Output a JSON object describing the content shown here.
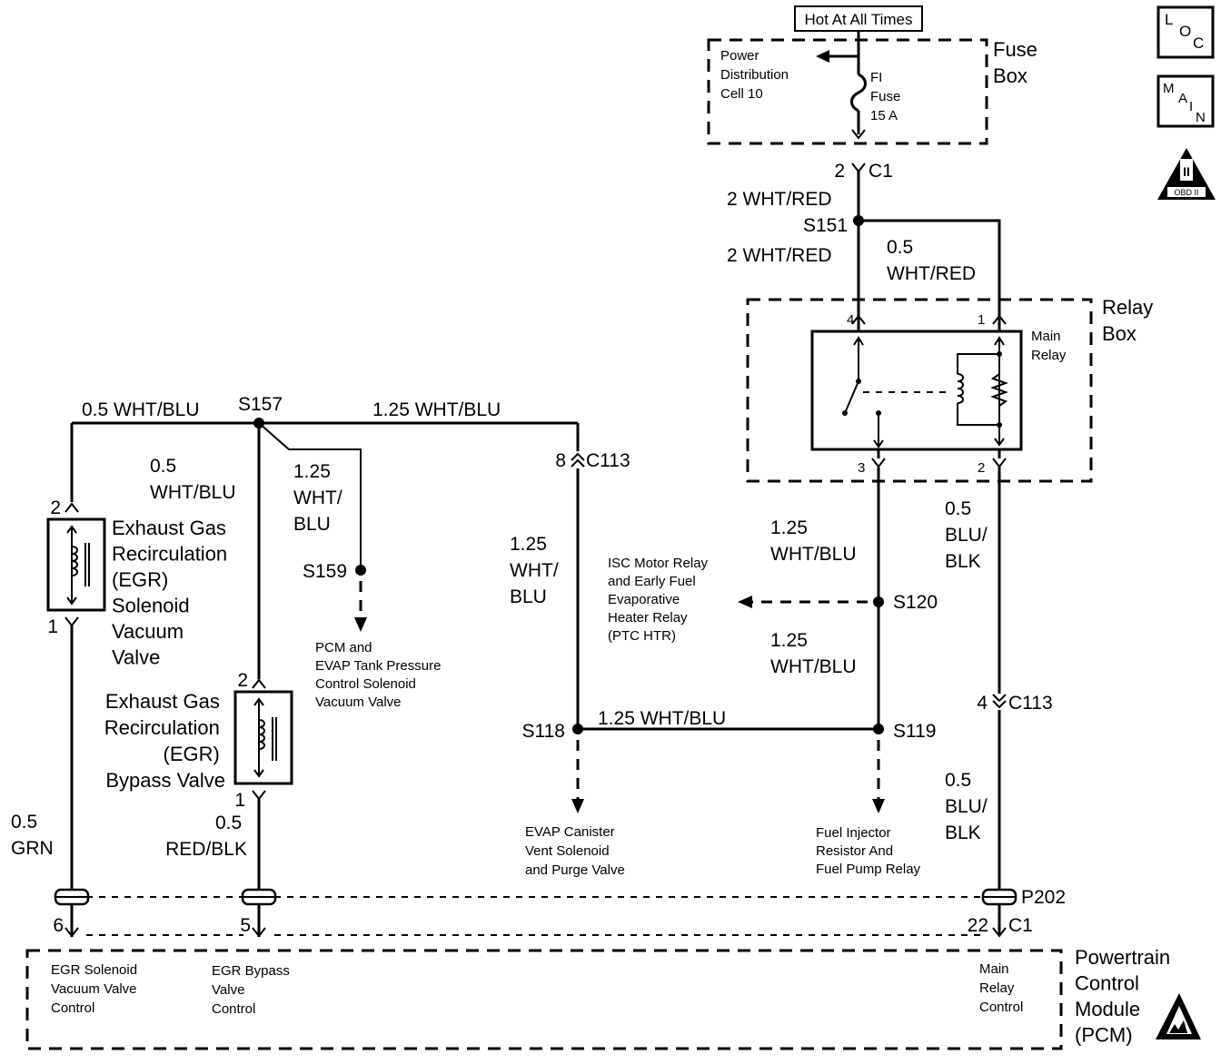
{
  "hot_at_all_times": "Hot At All Times",
  "fuse_box": {
    "title": [
      "Fuse",
      "Box"
    ],
    "power_distribution": [
      "Power",
      "Distribution",
      "Cell 10"
    ],
    "fuse": [
      "FI",
      "Fuse",
      "15 A"
    ]
  },
  "relay_box": {
    "title": [
      "Relay",
      "Box"
    ],
    "main_relay": [
      "Main",
      "Relay"
    ],
    "pins": {
      "p4": "4",
      "p1": "1",
      "p3": "3",
      "p2": "2"
    }
  },
  "connectors": {
    "c1_top": {
      "pin": "2",
      "name": "C1"
    },
    "c113_left": {
      "pin": "8",
      "name": "C113"
    },
    "c113_right": {
      "pin": "4",
      "name": "C113"
    },
    "p202": "P202",
    "c1_bottom": {
      "pin": "22",
      "name": "C1"
    },
    "pin6": "6",
    "pin5": "5",
    "egr_sol_pin2": "2",
    "egr_sol_pin1": "1",
    "egr_byp_pin2": "2",
    "egr_byp_pin1": "1"
  },
  "splices": {
    "s151": "S151",
    "s157": "S157",
    "s159": "S159",
    "s120": "S120",
    "s118": "S118",
    "s119": "S119"
  },
  "wires": {
    "top_2whtred_a": "2 WHT/RED",
    "top_2whtred_b": "2 WHT/RED",
    "relay_feed": [
      "0.5",
      "WHT/RED"
    ],
    "s157_left": "0.5 WHT/BLU",
    "s157_right": "1.25 WHT/BLU",
    "s157_down": [
      "0.5",
      "WHT/BLU"
    ],
    "s159_wire": [
      "1.25",
      "WHT/",
      "BLU"
    ],
    "c113_down": [
      "1.25",
      "WHT/",
      "BLU"
    ],
    "relay_out_a": [
      "1.25",
      "WHT/BLU"
    ],
    "relay_out_b": [
      "1.25",
      "WHT/BLU"
    ],
    "s118_s119": "1.25 WHT/BLU",
    "relay_pin2_a": [
      "0.5",
      "BLU/",
      "BLK"
    ],
    "relay_pin2_b": [
      "0.5",
      "BLU/",
      "BLK"
    ],
    "egr_sol_wire": [
      "0.5",
      "GRN"
    ],
    "egr_byp_wire": [
      "0.5",
      "RED/BLK"
    ]
  },
  "components": {
    "egr_solenoid": [
      "Exhaust Gas",
      "Recirculation",
      "(EGR)",
      "Solenoid",
      "Vacuum",
      "Valve"
    ],
    "egr_bypass": [
      "Exhaust Gas",
      "Recirculation",
      "(EGR)",
      "Bypass Valve"
    ]
  },
  "destinations": {
    "pcm_evap": [
      "PCM and",
      "EVAP Tank Pressure",
      "Control Solenoid",
      "Vacuum Valve"
    ],
    "isc_relay": [
      "ISC Motor Relay",
      "and Early Fuel",
      "Evaporative",
      "Heater Relay",
      "(PTC HTR)"
    ],
    "evap_canister": [
      "EVAP Canister",
      "Vent  Solenoid",
      "and Purge Valve"
    ],
    "fuel_injector": [
      "Fuel Injector",
      "Resistor And",
      "Fuel Pump Relay"
    ]
  },
  "pcm": {
    "title": [
      "Powertrain",
      "Control",
      "Module",
      "(PCM)"
    ],
    "egr_sol_ctrl": [
      "EGR Solenoid",
      "Vacuum Valve",
      "Control"
    ],
    "egr_byp_ctrl": [
      "EGR Bypass",
      "Valve",
      "Control"
    ],
    "main_relay_ctrl": [
      "Main",
      "Relay",
      "Control"
    ]
  },
  "side_icons": {
    "loc": [
      "L",
      "O",
      "C"
    ],
    "main": [
      "M",
      "A",
      "I",
      "N"
    ],
    "obd": [
      "II",
      "OBD II"
    ]
  }
}
